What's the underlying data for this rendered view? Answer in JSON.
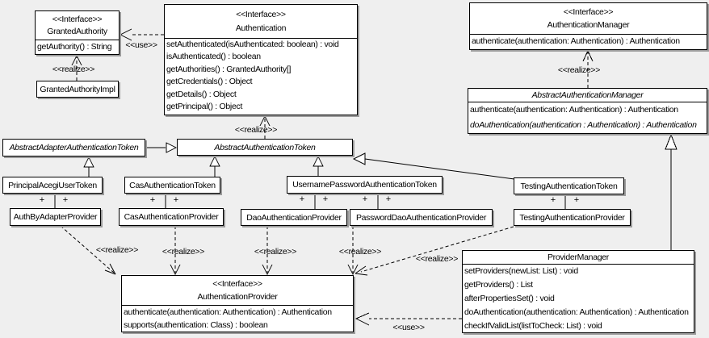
{
  "background": "#efefef",
  "classes": {
    "granted_authority": {
      "stereotype": "<<Interface>>",
      "name": "GrantedAuthority",
      "methods": [
        "getAuthority() : String"
      ]
    },
    "granted_authority_impl": {
      "name": "GrantedAuthorityImpl"
    },
    "authentication": {
      "stereotype": "<<Interface>>",
      "name": "Authentication",
      "methods": [
        "setAuthenticated(isAuthenticated: boolean) : void",
        "isAuthenticated() : boolean",
        "getAuthorities() : GrantedAuthority[]",
        "getCredentials() : Object",
        "getDetails() : Object",
        "getPrincipal() : Object"
      ]
    },
    "authentication_manager": {
      "stereotype": "<<Interface>>",
      "name": "AuthenticationManager",
      "methods": [
        "authenticate(authentication: Authentication) : Authentication"
      ]
    },
    "abstract_authentication_manager": {
      "name": "AbstractAuthenticationManager",
      "methods": [
        "authenticate(authentication: Authentication) : Authentication",
        "doAuthentication(authentication : Authentication) : Authentication"
      ]
    },
    "abstract_adapter_authentication_token": {
      "name": "AbstractAdapterAuthenticationToken"
    },
    "abstract_authentication_token": {
      "name": "AbstractAuthenticationToken"
    },
    "principal_acegi_user_token": {
      "name": "PrincipalAcegiUserToken"
    },
    "cas_authentication_token": {
      "name": "CasAuthenticationToken"
    },
    "username_password_authentication_token": {
      "name": "UsernamePasswordAuthenticationToken"
    },
    "testing_authentication_token": {
      "name": "TestingAuthenticationToken"
    },
    "auth_by_adapter_provider": {
      "name": "AuthByAdapterProvider"
    },
    "cas_authentication_provider": {
      "name": "CasAuthenticationProvider"
    },
    "dao_authentication_provider": {
      "name": "DaoAuthenticationProvider"
    },
    "password_dao_authentication_provider": {
      "name": "PasswordDaoAuthenticationProvider"
    },
    "testing_authentication_provider": {
      "name": "TestingAuthenticationProvider"
    },
    "authentication_provider": {
      "stereotype": "<<Interface>>",
      "name": "AuthenticationProvider",
      "methods": [
        "authenticate(authentication: Authentication) : Authentication",
        "supports(authentication: Class) : boolean"
      ]
    },
    "provider_manager": {
      "name": "ProviderManager",
      "methods": [
        "setProviders(newList: List) : void",
        "getProviders() : List",
        "afterPropertiesSet() : void",
        "doAuthentication(authentication: Authentication) : Authentication",
        "checkIfValidList(listToCheck: List) : void"
      ]
    }
  },
  "edge_labels": {
    "use": "<<use>>",
    "realize": "<<realize>>",
    "plus": "+"
  }
}
